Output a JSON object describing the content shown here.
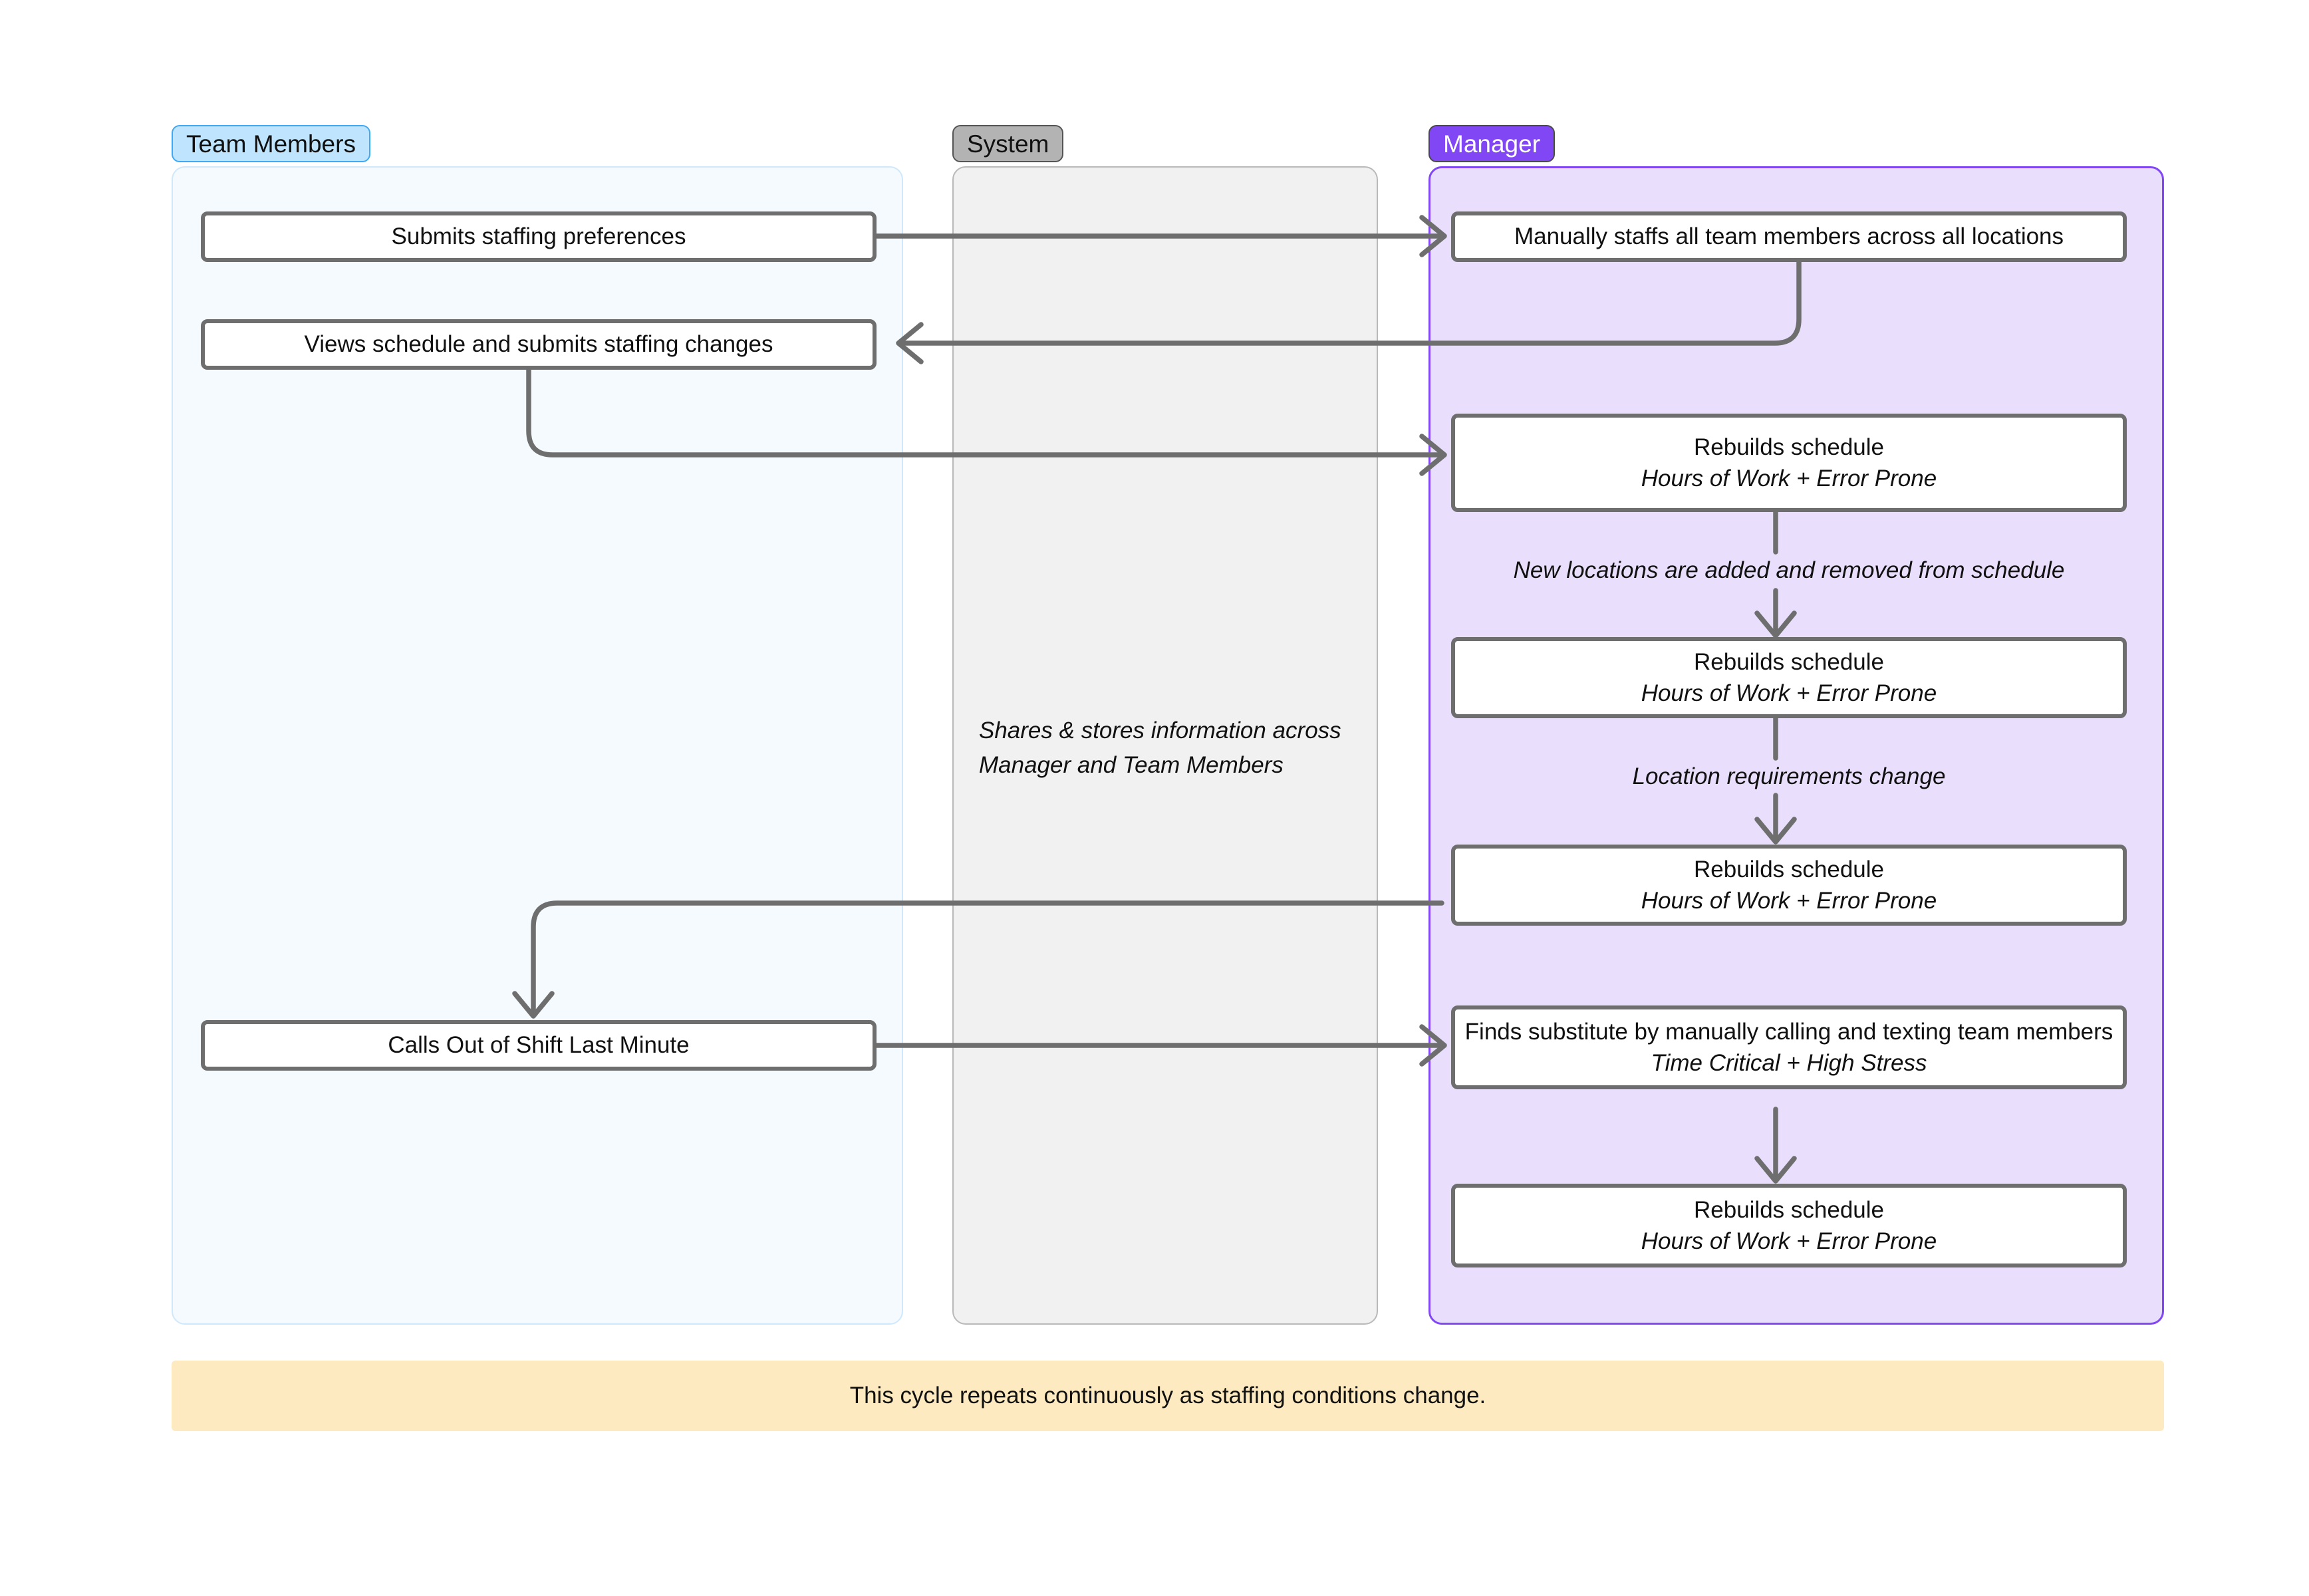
{
  "diagram": {
    "type": "swimlane-flowchart",
    "lanes": [
      {
        "id": "team",
        "title": "Team Members"
      },
      {
        "id": "system",
        "title": "System"
      },
      {
        "id": "manager",
        "title": "Manager"
      }
    ],
    "colors": {
      "team_fill": "#f4fafe",
      "team_border": "#cfe8fb",
      "team_pill": "#bfe4fd",
      "system_fill": "#f1f1f1",
      "system_border": "#b9b9b9",
      "system_pill": "#b3b3b3",
      "manager_fill": "#e9dffc",
      "manager_border": "#8247f5",
      "manager_pill": "#8247f5",
      "node_border": "#6e6e6e",
      "node_fill": "#ffffff",
      "connector": "#6e6e6e",
      "footer_fill": "#fdeac1"
    }
  },
  "team_lane": {
    "nodes": [
      {
        "id": "t1",
        "label": "Submits staffing preferences"
      },
      {
        "id": "t2",
        "label": "Views schedule and submits staffing changes"
      },
      {
        "id": "t3",
        "label": "Calls Out of Shift Last Minute"
      }
    ]
  },
  "system_lane": {
    "note": "Shares & stores information across\nManager and Team Members"
  },
  "manager_lane": {
    "nodes": [
      {
        "id": "m1",
        "label": "Manually staffs all team members across all locations",
        "sub": ""
      },
      {
        "id": "m2",
        "label": "Rebuilds schedule",
        "sub": "Hours of Work + Error Prone"
      },
      {
        "id": "m3",
        "label": "Rebuilds schedule",
        "sub": "Hours of Work + Error Prone"
      },
      {
        "id": "m4",
        "label": "Rebuilds schedule",
        "sub": "Hours of Work + Error Prone"
      },
      {
        "id": "m5",
        "label": "Finds substitute by manually calling and texting team members",
        "sub": "Time Critical + High Stress"
      },
      {
        "id": "m6",
        "label": "Rebuilds schedule",
        "sub": "Hours of Work + Error Prone"
      }
    ],
    "edge_labels": [
      {
        "id": "e1",
        "text": "New locations are added and removed from schedule"
      },
      {
        "id": "e2",
        "text": "Location requirements change"
      }
    ]
  },
  "footer": {
    "text": "This cycle repeats continuously as staffing conditions change."
  }
}
